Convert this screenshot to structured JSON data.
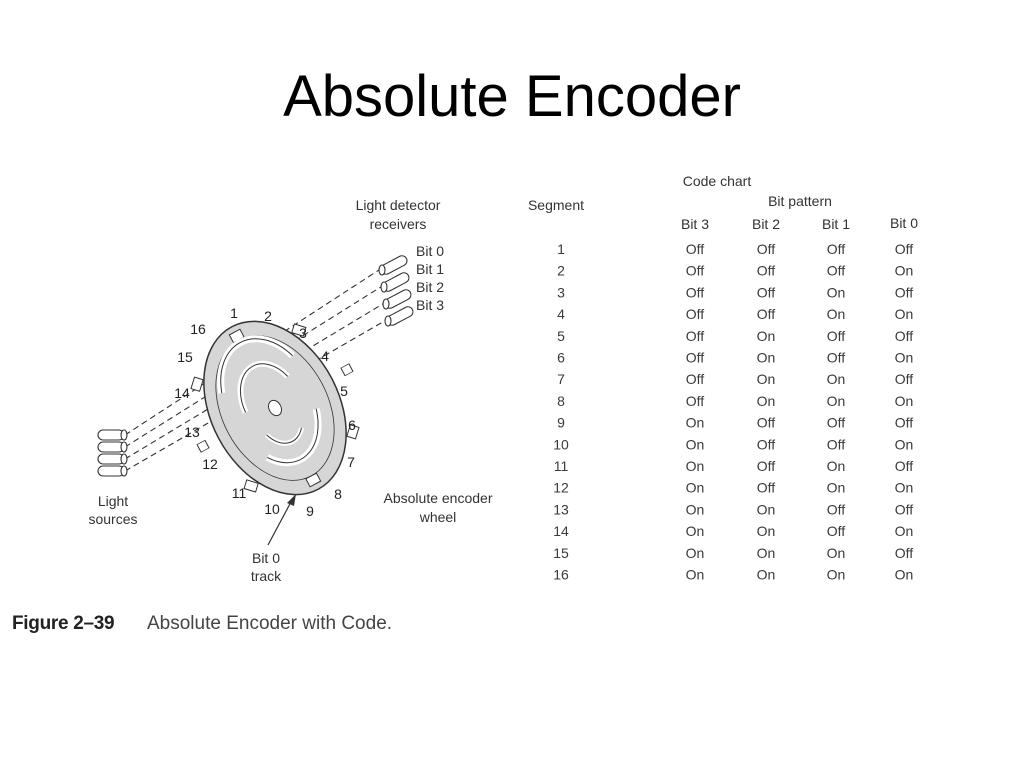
{
  "slide": {
    "title": "Absolute Encoder"
  },
  "figure": {
    "labels": {
      "detector_line1": "Light detector",
      "detector_line2": "receivers",
      "bit0": "Bit 0",
      "bit1": "Bit 1",
      "bit2": "Bit 2",
      "bit3": "Bit 3",
      "light_line1": "Light",
      "light_line2": "sources",
      "wheel_line1": "Absolute encoder",
      "wheel_line2": "wheel",
      "track_line1": "Bit 0",
      "track_line2": "track"
    },
    "wheel_numbers": [
      "1",
      "2",
      "3",
      "4",
      "5",
      "6",
      "7",
      "8",
      "9",
      "10",
      "11",
      "12",
      "13",
      "14",
      "15",
      "16"
    ],
    "caption_num": "Figure 2–39",
    "caption_text": "Absolute Encoder with Code."
  },
  "code_chart": {
    "title": "Code chart",
    "bit_pattern": "Bit pattern",
    "segment_header": "Segment",
    "bit_headers": [
      "Bit 3",
      "Bit 2",
      "Bit 1",
      "Bit 0"
    ],
    "rows": [
      [
        "1",
        "Off",
        "Off",
        "Off",
        "Off"
      ],
      [
        "2",
        "Off",
        "Off",
        "Off",
        "On"
      ],
      [
        "3",
        "Off",
        "Off",
        "On",
        "Off"
      ],
      [
        "4",
        "Off",
        "Off",
        "On",
        "On"
      ],
      [
        "5",
        "Off",
        "On",
        "Off",
        "Off"
      ],
      [
        "6",
        "Off",
        "On",
        "Off",
        "On"
      ],
      [
        "7",
        "Off",
        "On",
        "On",
        "Off"
      ],
      [
        "8",
        "Off",
        "On",
        "On",
        "On"
      ],
      [
        "9",
        "On",
        "Off",
        "Off",
        "Off"
      ],
      [
        "10",
        "On",
        "Off",
        "Off",
        "On"
      ],
      [
        "11",
        "On",
        "Off",
        "On",
        "Off"
      ],
      [
        "12",
        "On",
        "Off",
        "On",
        "On"
      ],
      [
        "13",
        "On",
        "On",
        "Off",
        "Off"
      ],
      [
        "14",
        "On",
        "On",
        "Off",
        "On"
      ],
      [
        "15",
        "On",
        "On",
        "On",
        "Off"
      ],
      [
        "16",
        "On",
        "On",
        "On",
        "On"
      ]
    ]
  },
  "colors": {
    "wheel_fill": "#d6d6d6",
    "line": "#333333"
  }
}
